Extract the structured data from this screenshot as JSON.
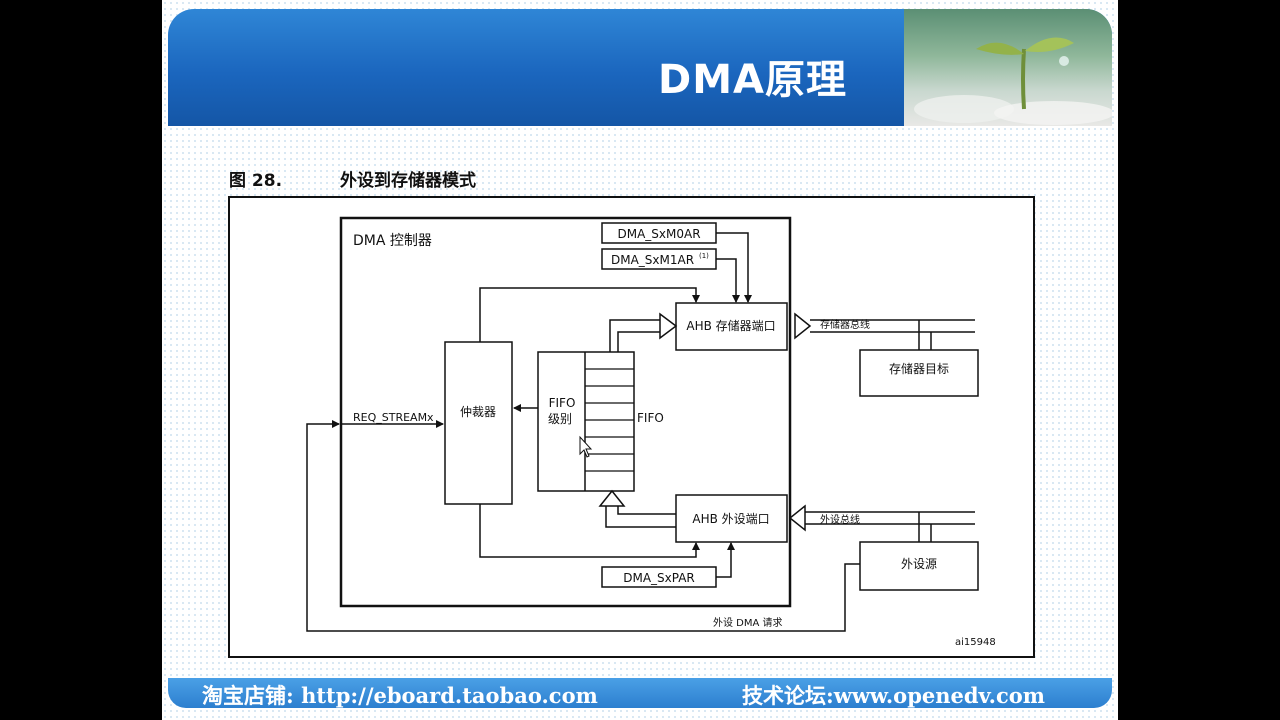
{
  "slide": {
    "title": "DMA原理",
    "figure_number": "图 28.",
    "figure_title": "外设到存储器模式"
  },
  "diagram": {
    "controller_label": "DMA 控制器",
    "reg_m0": "DMA_SxM0AR",
    "reg_m1": "DMA_SxM1AR",
    "reg_m1_sup": "(1)",
    "ahb_mem_port": "AHB 存储器端口",
    "arbiter": "仲裁器",
    "fifo_level_1": "FIFO",
    "fifo_level_2": "级别",
    "fifo": "FIFO",
    "ahb_periph_port": "AHB 外设端口",
    "reg_par": "DMA_SxPAR",
    "req_stream": "REQ_STREAMx",
    "mem_bus": "存储器总线",
    "mem_target": "存储器目标",
    "periph_bus": "外设总线",
    "periph_source": "外设源",
    "periph_dma_req": "外设 DMA 请求",
    "figure_id": "ai15948"
  },
  "footer": {
    "left": "淘宝店铺: http://eboard.taobao.com",
    "right": "技术论坛:www.openedv.com"
  },
  "colors": {
    "banner_blue": "#1b66be",
    "footer_blue": "#2d7fcf"
  }
}
